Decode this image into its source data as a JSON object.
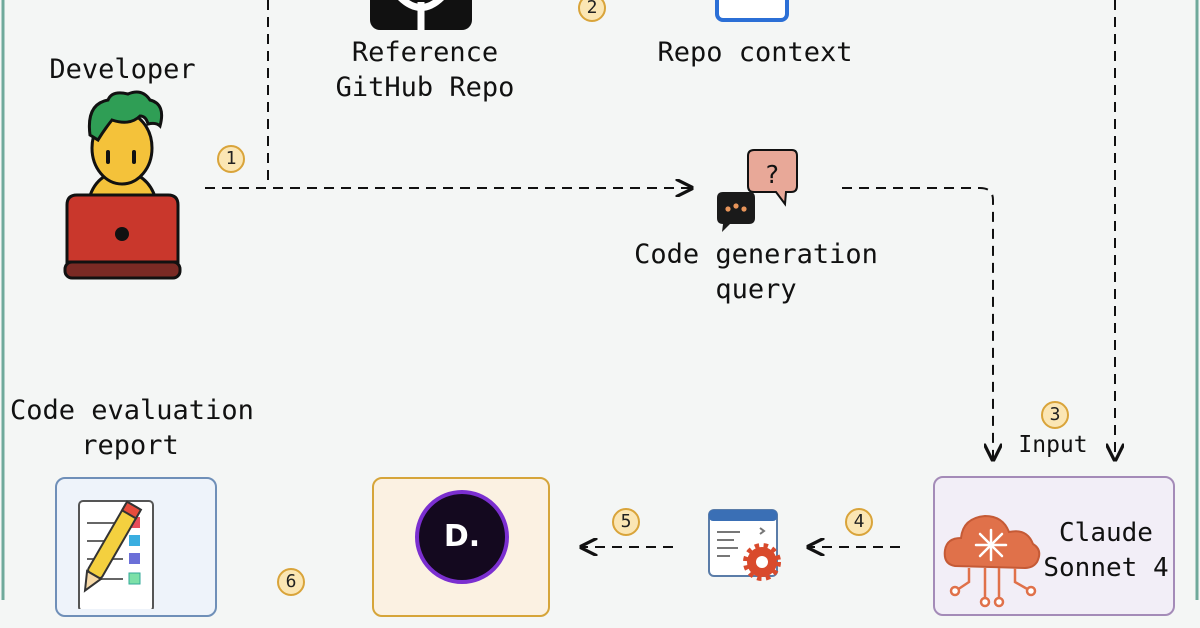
{
  "nodes": {
    "developer": "Developer",
    "github": "Reference\nGitHub Repo",
    "repo_context": "Repo context",
    "query": "Code generation\nquery",
    "report": "Code evaluation\nreport",
    "claude": "Claude\nSonnet 4",
    "input_label": "Input",
    "deepeval_logo": "D."
  },
  "steps": [
    "1",
    "2",
    "3",
    "4",
    "5",
    "6"
  ],
  "colors": {
    "background": "#f4f6f5",
    "frame": "#6fa99b",
    "badge_fill": "#fbe6b4",
    "badge_border": "#d9a43a",
    "claude_orange": "#e0714a",
    "report_box_border": "#6f8fb8",
    "deepeval_box_border": "#d6a53a",
    "claude_box_border": "#a48bb8"
  },
  "icons": [
    "developer-icon",
    "github-icon",
    "repo-context-icon",
    "chat-bubbles-icon",
    "checklist-icon",
    "deepeval-logo",
    "code-window-gear-icon",
    "ai-cloud-icon"
  ]
}
